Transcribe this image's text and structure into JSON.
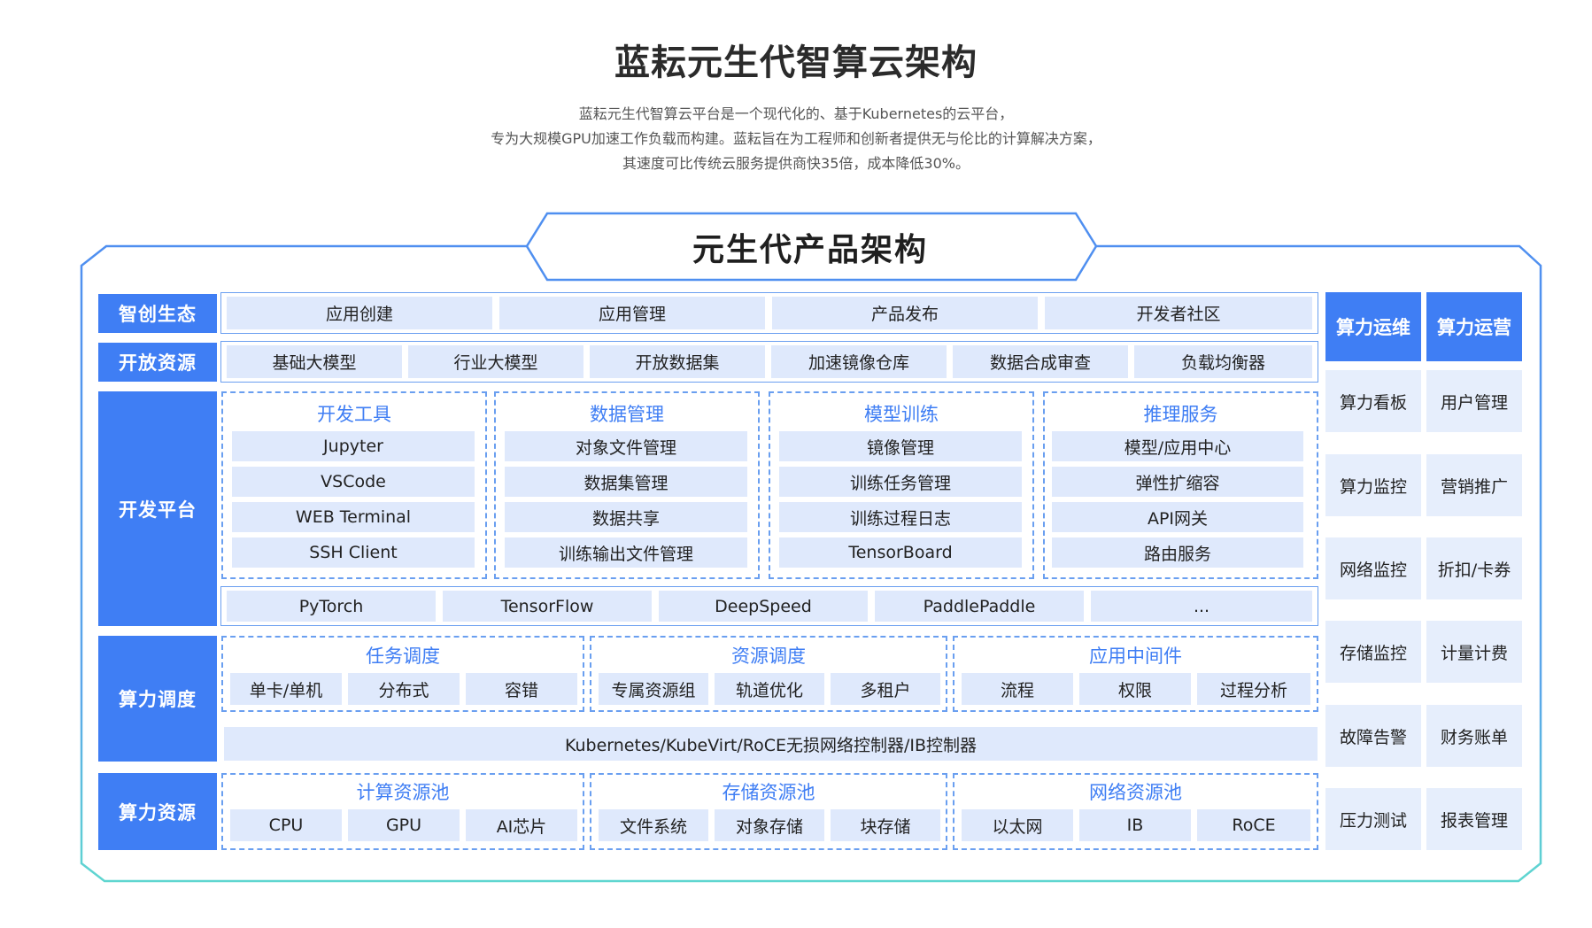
{
  "header": {
    "title": "蓝耘元生代智算云架构",
    "description": [
      "蓝耘元生代智算云平台是一个现代化的、基于Kubernetes的云平台，",
      "专为大规模GPU加速工作负载而构建。蓝耘旨在为工程师和创新者提供无与伦比的计算解决方案，",
      "其速度可比传统云服务提供商快35倍，成本降低30%。"
    ]
  },
  "diagram": {
    "title": "元生代产品架构",
    "layers": {
      "ecosystem": {
        "label": "智创生态",
        "items": [
          "应用创建",
          "应用管理",
          "产品发布",
          "开发者社区"
        ]
      },
      "open_resources": {
        "label": "开放资源",
        "items": [
          "基础大模型",
          "行业大模型",
          "开放数据集",
          "加速镜像仓库",
          "数据合成审查",
          "负载均衡器"
        ]
      },
      "dev_platform": {
        "label": "开发平台",
        "groups": [
          {
            "title": "开发工具",
            "items": [
              "Jupyter",
              "VSCode",
              "WEB Terminal",
              "SSH Client"
            ]
          },
          {
            "title": "数据管理",
            "items": [
              "对象文件管理",
              "数据集管理",
              "数据共享",
              "训练输出文件管理"
            ]
          },
          {
            "title": "模型训练",
            "items": [
              "镜像管理",
              "训练任务管理",
              "训练过程日志",
              "TensorBoard"
            ]
          },
          {
            "title": "推理服务",
            "items": [
              "模型/应用中心",
              "弹性扩缩容",
              "API网关",
              "路由服务"
            ]
          }
        ],
        "frameworks": [
          "PyTorch",
          "TensorFlow",
          "DeepSpeed",
          "PaddlePaddle",
          "..."
        ]
      },
      "scheduling": {
        "label": "算力调度",
        "groups": [
          {
            "title": "任务调度",
            "items": [
              "单卡/单机",
              "分布式",
              "容错"
            ]
          },
          {
            "title": "资源调度",
            "items": [
              "专属资源组",
              "轨道优化",
              "多租户"
            ]
          },
          {
            "title": "应用中间件",
            "items": [
              "流程",
              "权限",
              "过程分析"
            ]
          }
        ],
        "controller": "Kubernetes/KubeVirt/RoCE无损网络控制器/IB控制器"
      },
      "resources": {
        "label": "算力资源",
        "groups": [
          {
            "title": "计算资源池",
            "items": [
              "CPU",
              "GPU",
              "AI芯片"
            ]
          },
          {
            "title": "存储资源池",
            "items": [
              "文件系统",
              "对象存储",
              "块存储"
            ]
          },
          {
            "title": "网络资源池",
            "items": [
              "以太网",
              "IB",
              "RoCE"
            ]
          }
        ]
      }
    },
    "ops": {
      "title": "算力运维",
      "items": [
        "算力看板",
        "算力监控",
        "网络监控",
        "存储监控",
        "故障告警",
        "压力测试"
      ]
    },
    "operations": {
      "title": "算力运营",
      "items": [
        "用户管理",
        "营销推广",
        "折扣/卡券",
        "计量计费",
        "财务账单",
        "报表管理"
      ]
    },
    "colors": {
      "accent": "#3f7ef4",
      "cell": "#dfe9fc",
      "frame": "#4f8ff0",
      "frame_bottom": "#5fd6d0"
    }
  }
}
